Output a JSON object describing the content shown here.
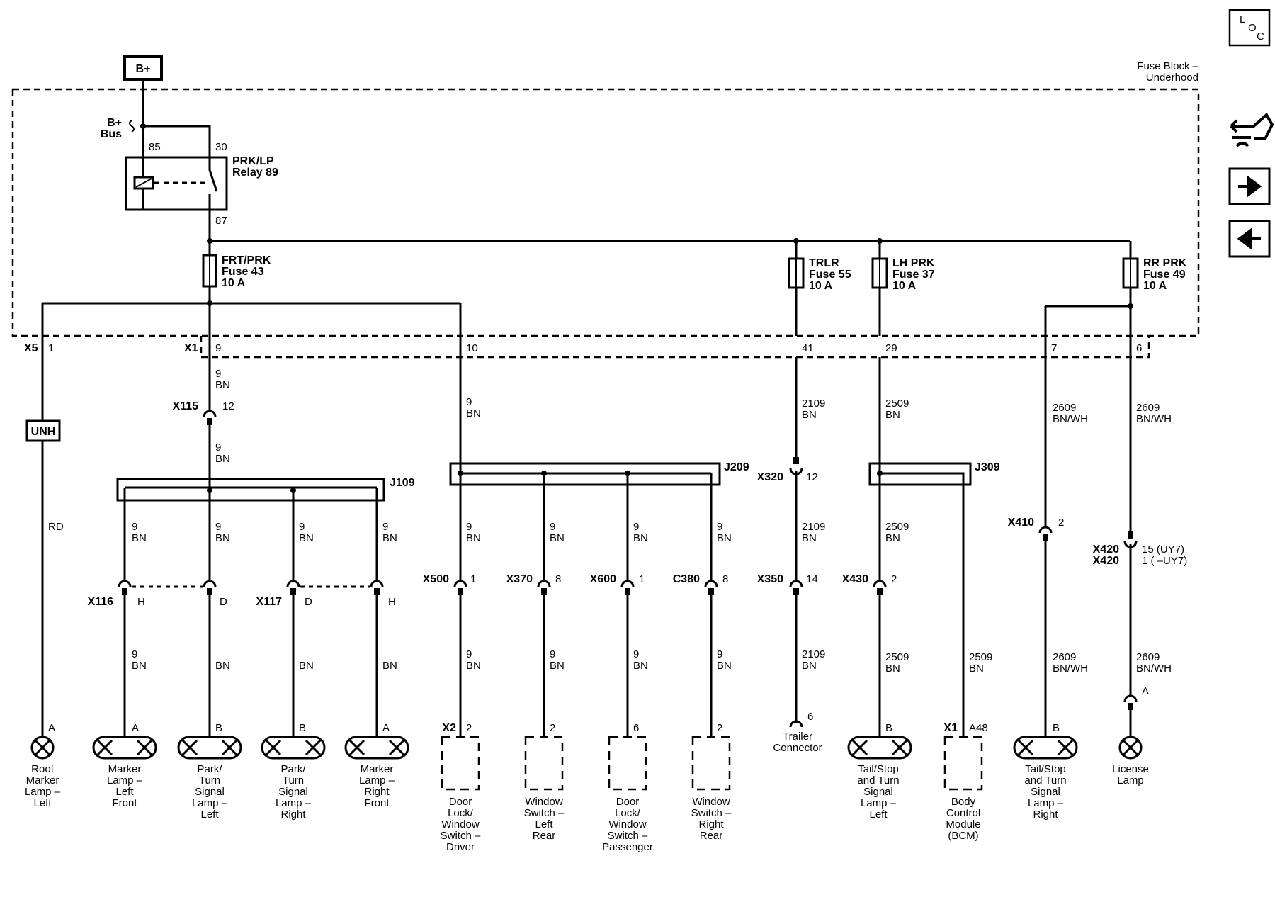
{
  "supply": {
    "label": "B+",
    "bus": [
      "B+",
      "Bus"
    ]
  },
  "fuse_block": [
    "Fuse Block –",
    "Underhood"
  ],
  "relay": {
    "name": [
      "PRK/LP",
      "Relay 89"
    ],
    "pins": [
      "85",
      "30",
      "87"
    ]
  },
  "fuses": [
    [
      "FRT/PRK",
      "Fuse 43",
      "10 A"
    ],
    [
      "TRLR",
      "Fuse 55",
      "10 A"
    ],
    [
      "LH PRK",
      "Fuse 37",
      "10 A"
    ],
    [
      "RR PRK",
      "Fuse 49",
      "10 A"
    ]
  ],
  "connectors": {
    "x5": "X5",
    "x5_pin": "1",
    "x1": "X1",
    "x1_pins": [
      "9",
      "10",
      "41",
      "29",
      "7",
      "6"
    ],
    "x115": "X115",
    "x115_pin": "12",
    "unh": "UNH",
    "j109": "J109",
    "j209": "J209",
    "j309": "J309",
    "x116": "X116",
    "x117": "X117",
    "x116_pins": [
      "H",
      "D"
    ],
    "x117_pins": [
      "D",
      "H"
    ],
    "x500": [
      "X500",
      "1"
    ],
    "x370": [
      "X370",
      "8"
    ],
    "x600": [
      "X600",
      "1"
    ],
    "c380": [
      "C380",
      "8"
    ],
    "x320": [
      "X320",
      "12"
    ],
    "x350": [
      "X350",
      "14"
    ],
    "x430": [
      "X430",
      "2"
    ],
    "x410": [
      "X410",
      "2"
    ],
    "x420": [
      "X420",
      "X420"
    ],
    "x420_pins": [
      "15 (UY7)",
      "1 ( –UY7)"
    ],
    "x2": [
      "X2",
      "2"
    ],
    "x1_bcm": [
      "X1",
      "A48"
    ]
  },
  "wires": {
    "9bn": [
      "9",
      "BN"
    ],
    "bn": "BN",
    "rd": "RD",
    "2109": [
      "2109",
      "BN"
    ],
    "2509": [
      "2509",
      "BN"
    ],
    "2609": [
      "2609",
      "BN/WH"
    ]
  },
  "pins": {
    "a": "A",
    "b": "B",
    "p2": "2",
    "p6": "6"
  },
  "components": {
    "roof_marker_left": [
      "Roof",
      "Marker",
      "Lamp –",
      "Left"
    ],
    "marker_left_front": [
      "Marker",
      "Lamp –",
      "Left",
      "Front"
    ],
    "park_turn_left": [
      "Park/",
      "Turn",
      "Signal",
      "Lamp –",
      "Left"
    ],
    "park_turn_right": [
      "Park/",
      "Turn",
      "Signal",
      "Lamp –",
      "Right"
    ],
    "marker_right_front": [
      "Marker",
      "Lamp –",
      "Right",
      "Front"
    ],
    "door_lock_driver": [
      "Door",
      "Lock/",
      "Window",
      "Switch –",
      "Driver"
    ],
    "window_left_rear": [
      "Window",
      "Switch –",
      "Left",
      "Rear"
    ],
    "door_lock_passenger": [
      "Door",
      "Lock/",
      "Window",
      "Switch –",
      "Passenger"
    ],
    "window_right_rear": [
      "Window",
      "Switch –",
      "Right",
      "Rear"
    ],
    "trailer": [
      "Trailer",
      "Connector"
    ],
    "tail_left": [
      "Tail/Stop",
      "and Turn",
      "Signal",
      "Lamp –",
      "Left"
    ],
    "bcm": [
      "Body",
      "Control",
      "Module",
      "(BCM)"
    ],
    "tail_right": [
      "Tail/Stop",
      "and Turn",
      "Signal",
      "Lamp –",
      "Right"
    ],
    "license": [
      "License",
      "Lamp"
    ]
  },
  "nav": {
    "loc": [
      "L",
      "O",
      "C"
    ],
    "next_icon": "arrow-right-icon",
    "prev_icon": "arrow-left-icon",
    "harness_icon": "harness-icon"
  }
}
